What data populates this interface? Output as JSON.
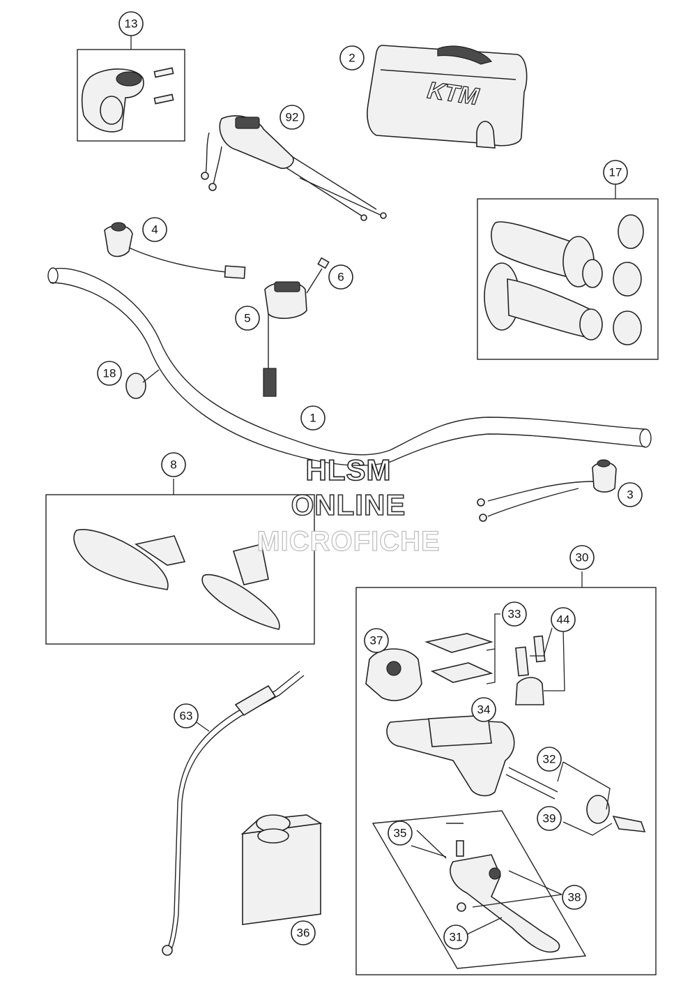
{
  "watermark": {
    "line1": "HLSM",
    "line2": "ONLINE",
    "line3": "MICROFICHE"
  },
  "callouts": {
    "c1": "1",
    "c2": "2",
    "c3": "3",
    "c4": "4",
    "c5": "5",
    "c6": "6",
    "c8": "8",
    "c13": "13",
    "c17": "17",
    "c18": "18",
    "c30": "30",
    "c31": "31",
    "c32": "32",
    "c33": "33",
    "c34": "34",
    "c35": "35",
    "c36": "36",
    "c37": "37",
    "c38": "38",
    "c39": "39",
    "c44": "44",
    "c63": "63",
    "c92": "92"
  },
  "pad_logo": "KTM"
}
